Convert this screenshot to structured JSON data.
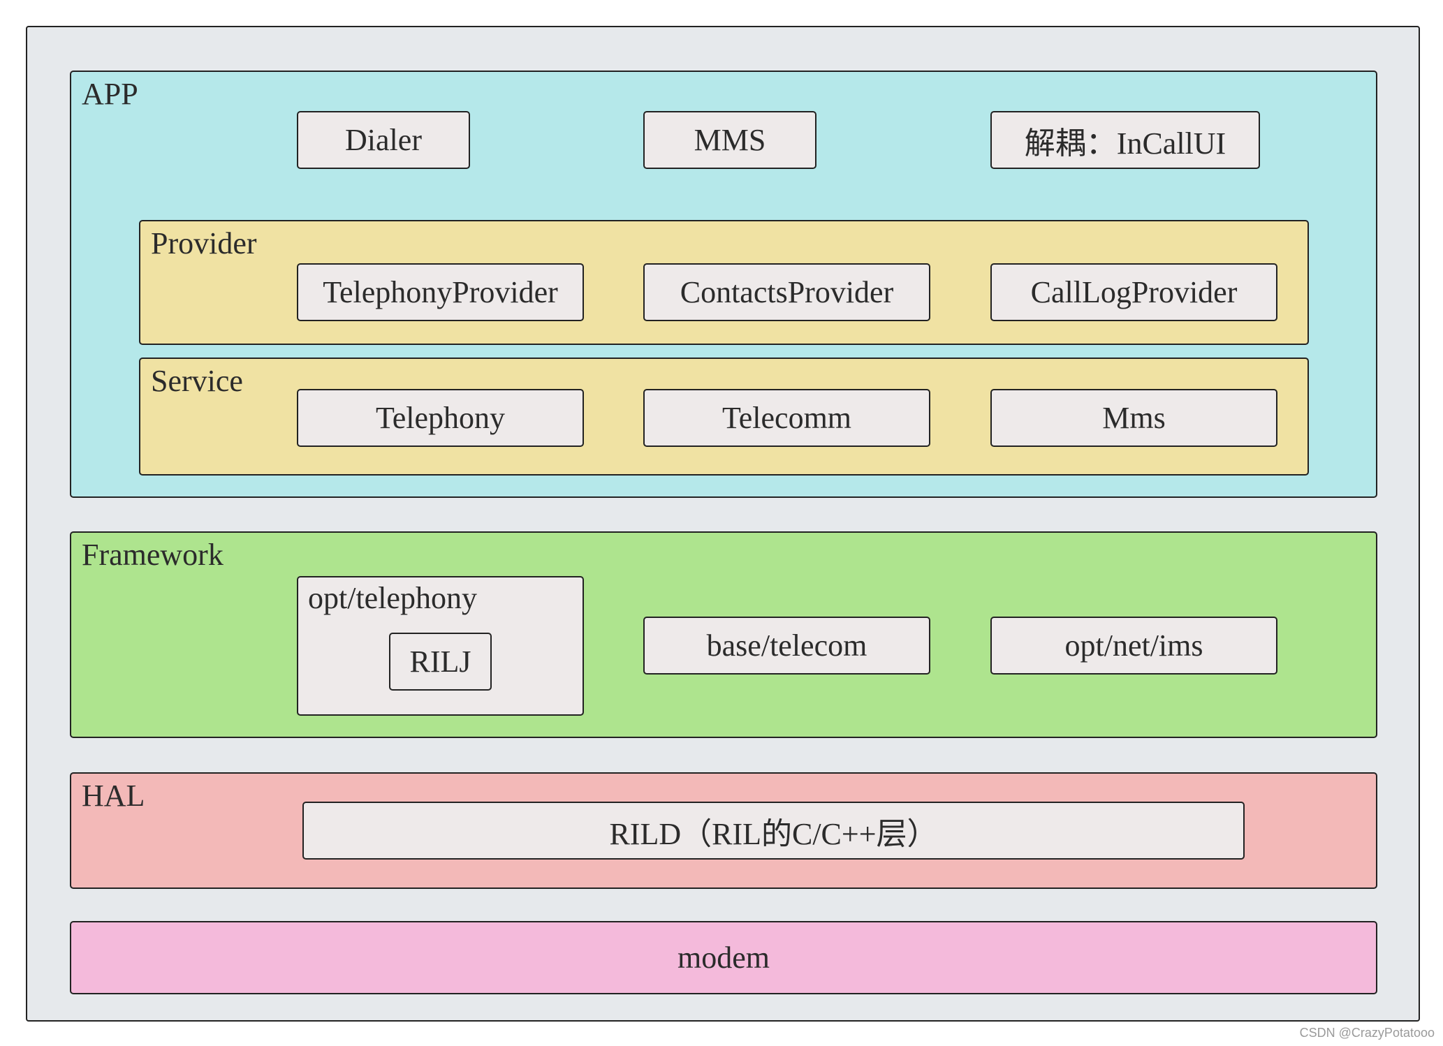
{
  "layers": {
    "app": {
      "label": "APP",
      "nodes": [
        "Dialer",
        "MMS",
        "解耦：InCallUI"
      ]
    },
    "provider": {
      "label": "Provider",
      "nodes": [
        "TelephonyProvider",
        "ContactsProvider",
        "CallLogProvider"
      ]
    },
    "service": {
      "label": "Service",
      "nodes": [
        "Telephony",
        "Telecomm",
        "Mms"
      ]
    },
    "framework": {
      "label": "Framework",
      "opt_telephony": {
        "label": "opt/telephony",
        "child": "RILJ"
      },
      "nodes": [
        "base/telecom",
        "opt/net/ims"
      ]
    },
    "hal": {
      "label": "HAL",
      "node": "RILD（RIL的C/C++层）"
    },
    "modem": {
      "label": "modem"
    }
  },
  "watermark": "CSDN @CrazyPotatooo",
  "colors": {
    "outer_bg": "#e6e9ec",
    "app_bg": "#b5e8ea",
    "provider_service_bg": "#f0e2a3",
    "framework_bg": "#aee48e",
    "hal_bg": "#f3b9b8",
    "modem_bg": "#f4badb",
    "node_bg": "#eeeaea"
  }
}
